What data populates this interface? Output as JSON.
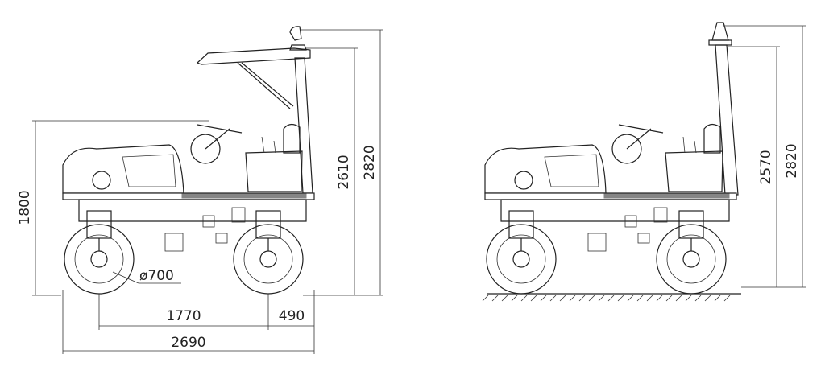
{
  "dimensions": {
    "left_height_1800": "1800",
    "left_height_2610": "2610",
    "left_height_2820": "2820",
    "drum_diameter": "ø700",
    "wheelbase_1770": "1770",
    "rear_overhang_490": "490",
    "total_length_2690": "2690",
    "right_height_2570": "2570",
    "right_height_2820": "2820"
  },
  "colors": {
    "line": "#222222",
    "background": "#ffffff"
  },
  "icons": [
    "roller-side-view-canopy",
    "roller-side-view-rops",
    "ground-hatching"
  ]
}
